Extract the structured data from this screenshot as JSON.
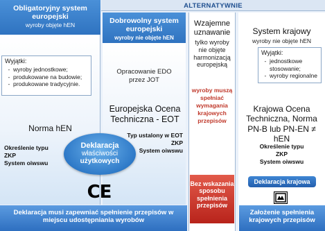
{
  "colors": {
    "primary_blue": "#2f73c0",
    "alert_red": "#c0392b",
    "background": "#eaf1fa"
  },
  "left": {
    "title": "Obligatoryjny system europejski",
    "subtitle": "wyroby objęte hEN",
    "exceptions_title": "Wyjątki:",
    "exceptions": [
      "wyroby jednostkowe;",
      "produkowane na budowie;",
      "produkowane tradycyjnie."
    ],
    "norm": "Norma hEN",
    "details": [
      "Określenie typu",
      "ZKP",
      "System oiwswu"
    ],
    "ce_mark": "CE",
    "footer": "Deklaracja musi zapewniać spełnienie przepisów w miejscu udostępniania wyrobów"
  },
  "alternative_header": "ALTERNATYWNIE",
  "voluntary": {
    "title": "Dobrowolny system europejski",
    "subtitle": "wyroby nie objęte hEN",
    "ead": "Opracowanie EDO przez JOT",
    "eta": "Europejska Ocena Techniczna - EOT",
    "details": [
      "Typ ustalony w EOT",
      "ZKP",
      "System oiwswu"
    ]
  },
  "declaration": {
    "line1": "Deklaracja",
    "line2": "właściwości",
    "line3": "użytkowych"
  },
  "mutual": {
    "title": "Wzajemne uznawanie",
    "text": "tylko wyroby nie objęte harmonizacją europejską",
    "red_text": "wyroby muszą spełniać wymagania krajowych przepisów",
    "footer": "Bez wskazania sposobu spełnienia przepisów"
  },
  "national": {
    "title": "System krajowy",
    "subtitle": "wyroby nie objęte hEN",
    "exceptions_title": "Wyjątki:",
    "exceptions": [
      "jednostkowe stosowanie;",
      "wyroby regionalne"
    ],
    "assessment": "Krajowa Ocena Techniczna, Norma PN-B lub PN-EN ≠ hEN",
    "details": [
      "Określenie typu",
      "ZKP",
      "System oiwswu"
    ],
    "declaration_button": "Deklaracja krajowa",
    "footer": "Założenie spełnienia krajowych przepisów"
  }
}
